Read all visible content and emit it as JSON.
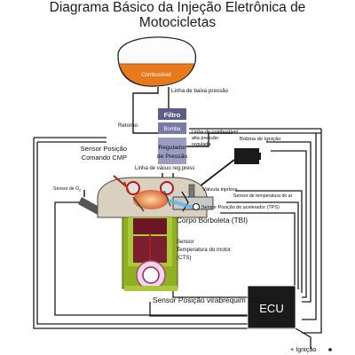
{
  "title": {
    "line1": "Diagrama Básico da Injeção Eletrônica de",
    "line2": "Motocicletas"
  },
  "labels": {
    "tank": "Combustível",
    "low_pressure_line": "Linha de baixa pressão",
    "return": "Retorno",
    "filter": "Filtro",
    "pump": "Bomba",
    "regulator_1": "Regulador",
    "regulator_2": "de Pressão",
    "high_pressure_1": "Linha de combustível",
    "high_pressure_2": "alta pressão",
    "high_pressure_3": "regulada",
    "ignition_coil": "Bobina de Ignição",
    "cmp_1": "Sensor Posição",
    "cmp_2": "Comando CMP",
    "vacuum_line": "Linha de vácuo reg.press",
    "o2_sensor": "Sensor de O",
    "o2_sub": "2",
    "injector": "Válvula injetora",
    "air_temp": "Sensor de temperatura do ar",
    "tps": "Sensor Posição do acelerador (TPS)",
    "throttle_body": "Corpo Borboleta (TBI)",
    "cts_1": "Sensor",
    "cts_2": "Temperatura do motor",
    "cts_3": "(CTS)",
    "ckp": "Sensor Posição virabrequim CKP",
    "ecu": "ECU",
    "ignition": "+ Ignição"
  },
  "colors": {
    "fuel": "#e87a1e",
    "filter_box": "#5d5d8a",
    "pump_box": "#7a7aa8",
    "regulator_box": "#9c9cc2",
    "engine": "#8fb021",
    "piston": "#7a1f2e",
    "ecu_box": "#1a1a1a",
    "wire": "#1a1a1a"
  }
}
